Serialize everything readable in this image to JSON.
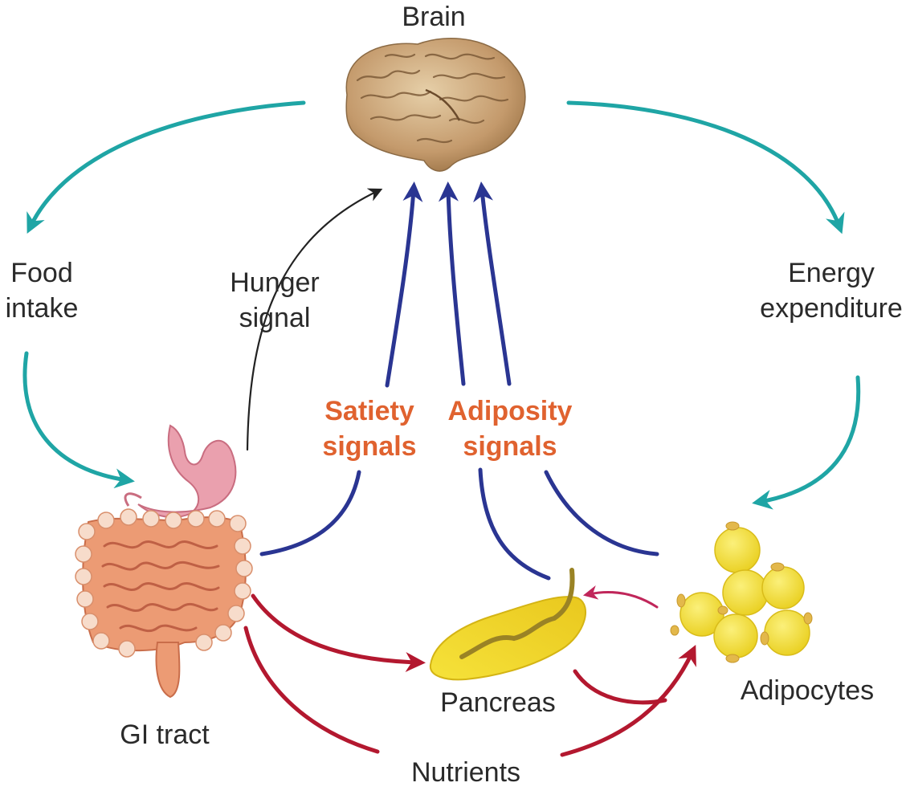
{
  "labels": {
    "brain": "Brain",
    "food_intake_line1": "Food",
    "food_intake_line2": "intake",
    "energy_line1": "Energy",
    "energy_line2": "expenditure",
    "hunger_line1": "Hunger",
    "hunger_line2": "signal",
    "satiety_line1": "Satiety",
    "satiety_line2": "signals",
    "adiposity_line1": "Adiposity",
    "adiposity_line2": "signals",
    "pancreas": "Pancreas",
    "adipocytes": "Adipocytes",
    "gi_tract": "GI tract",
    "nutrients": "Nutrients"
  },
  "colors": {
    "teal_arrow": "#1fa5a5",
    "blue_arrow": "#2a3592",
    "red_arrow": "#b3182f",
    "pink_arrow": "#c0265a",
    "black_arrow": "#222222",
    "signal_text": "#e0622f",
    "brain": "#c8a77c",
    "intestine": "#ec9b74",
    "stomach": "#eaa0ae",
    "pancreas": "#f2d833",
    "adipocyte": "#f5e03a"
  },
  "icons": [
    "brain-illustration",
    "gi-tract-illustration",
    "pancreas-illustration",
    "adipocytes-illustration"
  ]
}
